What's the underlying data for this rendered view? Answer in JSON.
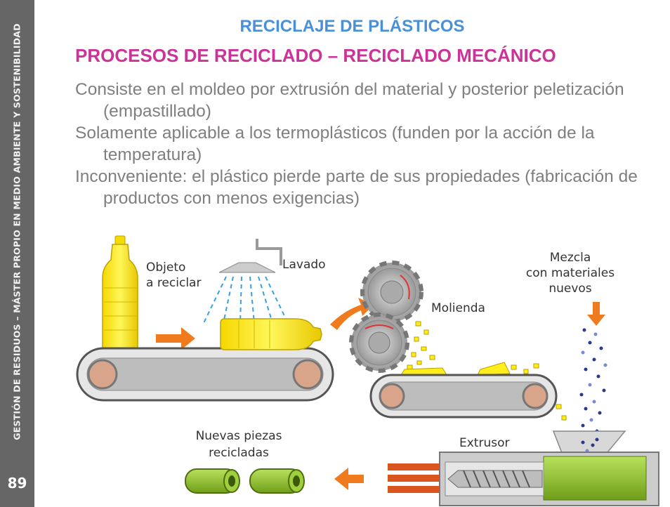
{
  "sidebar": {
    "text": "GESTIÓN DE RESIDUOS – MÁSTER PROPIO EN MEDIO AMBIENTE Y SOSTENIBILIDAD",
    "page_number": "89"
  },
  "slide": {
    "title": "RECICLAJE DE PLÁSTICOS",
    "subtitle": "PROCESOS DE RECICLADO – RECICLADO MECÁNICO",
    "bullets": [
      "Consiste en el moldeo por extrusión del material y posterior peletización (empastillado)",
      "Solamente aplicable a los termoplásticos (funden por la acción de la temperatura)",
      "Inconveniente: el plástico pierde parte de sus propiedades (fabricación de productos con menos exigencias)"
    ]
  },
  "diagram": {
    "labels": {
      "objeto_1": "Objeto",
      "objeto_2": "a reciclar",
      "lavado": "Lavado",
      "molienda": "Molienda",
      "mezcla_1": "Mezcla",
      "mezcla_2": "con materiales",
      "mezcla_3": "nuevos",
      "nuevas_1": "Nuevas piezas",
      "nuevas_2": "recicladas",
      "extrusor": "Extrusor"
    },
    "colors": {
      "sidebar": "#666666",
      "title": "#4a90d9",
      "subtitle": "#cc3399",
      "body_text": "#7f7f7f",
      "arrow": "#f07a1e",
      "plastic_yellow": "#ffee1a",
      "extruder_green": "#88c22a",
      "belt_pink": "#d9a58a"
    }
  }
}
